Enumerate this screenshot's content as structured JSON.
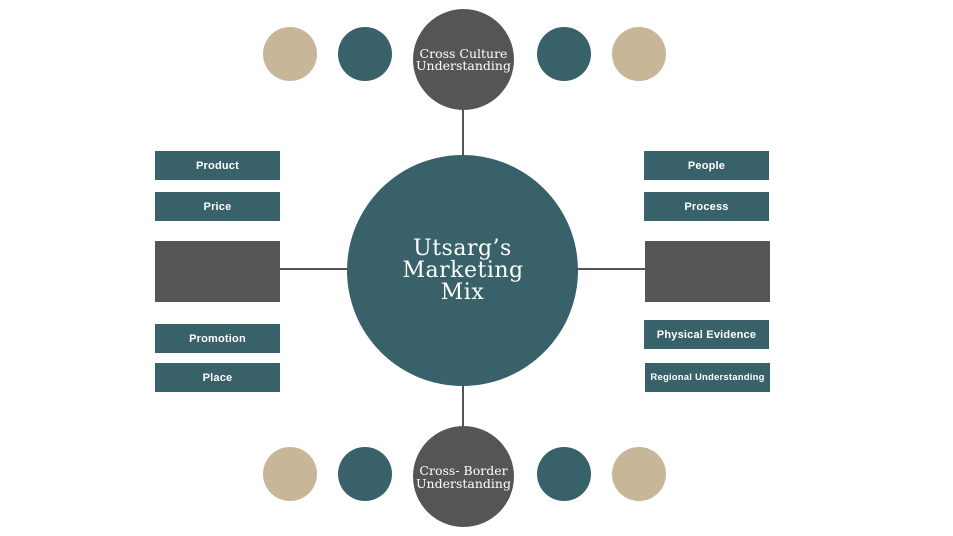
{
  "colors": {
    "teal": "#386169",
    "dark_gray": "#555555",
    "tan": "#c7b698",
    "line": "#555555",
    "background": "#ffffff"
  },
  "center": {
    "title": "Utsarg’s Marketing Mix"
  },
  "top_hub": {
    "label": "Cross Culture Understanding"
  },
  "bottom_hub": {
    "label": "Cross- Border Understanding"
  },
  "left_items": [
    "Product",
    "Price",
    "",
    "Promotion",
    "Place"
  ],
  "right_items": [
    "People",
    "Process",
    "",
    "Physical Evidence",
    "Regional Understanding"
  ]
}
